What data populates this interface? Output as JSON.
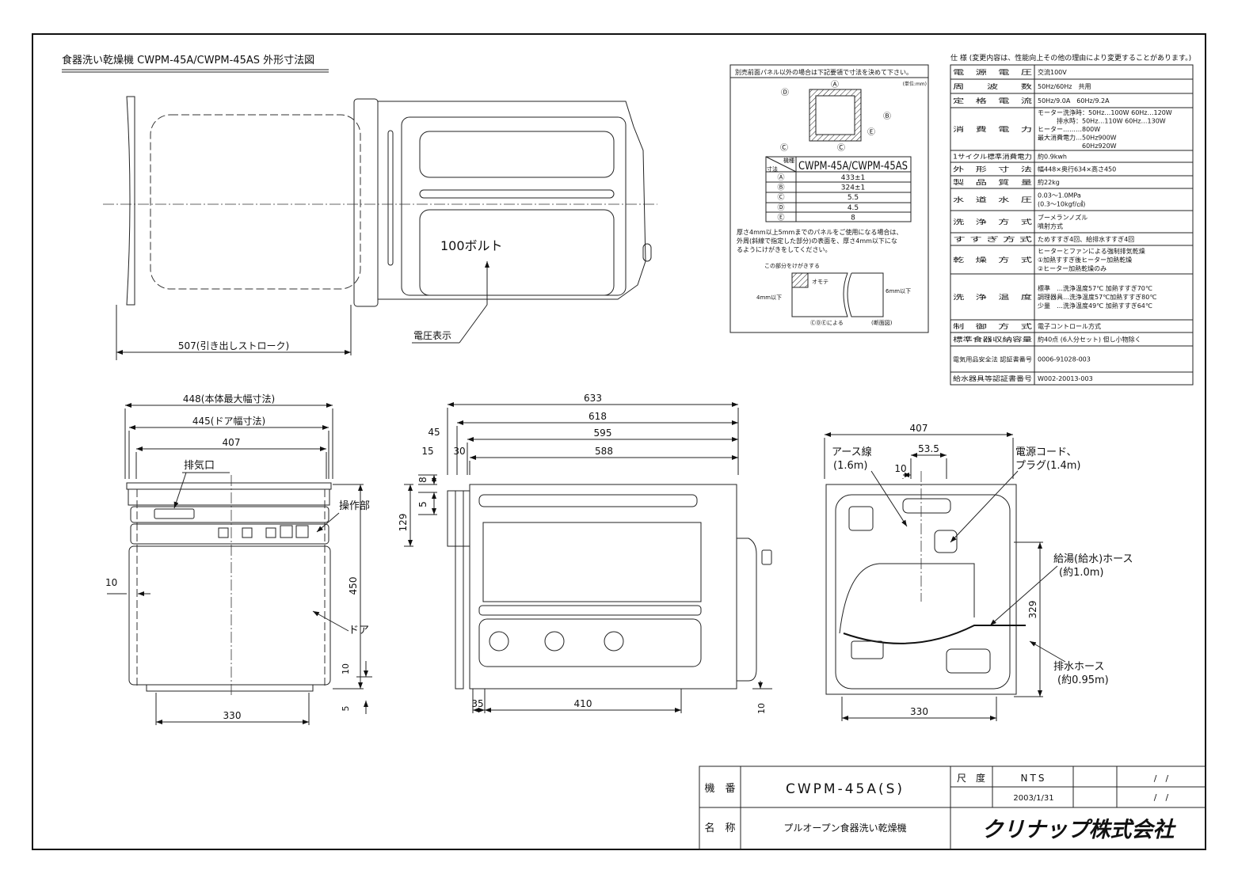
{
  "title": "食器洗い乾燥機 CWPM-45A/CWPM-45AS 外形寸法図",
  "top_view": {
    "stroke_dim": "507(引き出しストローク)",
    "voltage_label": "100ボルト",
    "voltage_display": "電圧表示"
  },
  "front_view": {
    "dim_max_width": "448(本体最大幅寸法)",
    "dim_door_width": "445(ドア幅寸法)",
    "dim_407": "407",
    "dim_height": "450",
    "dim_10_left": "10",
    "dim_10_bottom": "10",
    "dim_5": "5",
    "dim_330": "330",
    "exhaust": "排気口",
    "control": "操作部",
    "door": "ドア"
  },
  "side_view": {
    "d633": "633",
    "d618": "618",
    "d595": "595",
    "d588": "588",
    "d45": "45",
    "d15": "15",
    "d30": "30",
    "d8": "8",
    "d5": "5",
    "d129": "129",
    "d35": "35",
    "d410": "410",
    "d10": "10"
  },
  "back_view": {
    "d407": "407",
    "d53": "53.5",
    "d10": "10",
    "d329": "329",
    "d330": "330",
    "earth": "アース線",
    "earth_len": "(1.6m)",
    "power": "電源コード、",
    "plug": "プラグ(1.4m)",
    "supply_hose": "給湯(給水)ホース",
    "supply_len": "(約1.0m)",
    "drain_hose": "排水ホース",
    "drain_len": "(約0.95m)"
  },
  "panel_note": {
    "header": "別売前面パネル以外の場合は下記要領で寸法を決めて下さい。",
    "unit": "(単位:mm)",
    "marks": {
      "a": "Ⓐ",
      "b": "Ⓑ",
      "c": "Ⓒ",
      "d": "Ⓓ",
      "e": "Ⓔ"
    },
    "table_corner_top": "機種",
    "table_corner_bottom": "寸法",
    "table_model": "CWPM-45A/CWPM-45AS",
    "rows": [
      {
        "mark": "Ⓐ",
        "value": "433±1"
      },
      {
        "mark": "Ⓑ",
        "value": "324±1"
      },
      {
        "mark": "Ⓒ",
        "value": "5.5"
      },
      {
        "mark": "Ⓓ",
        "value": "4.5"
      },
      {
        "mark": "Ⓔ",
        "value": "8"
      }
    ],
    "note": [
      "厚さ4mm以上5mmまでのパネルをご使用になる場合は、",
      "外周(斜線で指定した部分)の表面を、厚さ4mm以下にな",
      "るようにけがきをしてください。"
    ],
    "scribe": "この部分をけがきする",
    "front": "オモテ",
    "d4": "4mm以下",
    "d6": "6mm以下",
    "per": "ⒸⒹⒺによる",
    "section": "(断面図)"
  },
  "spec": {
    "heading": "仕 様 (変更内容は、性能向上その他の理由により変更することがあります。)",
    "rows": [
      {
        "label": "電　源　電　圧",
        "value": [
          "交流100V"
        ]
      },
      {
        "label": "周　　波　　数",
        "value": [
          "50Hz/60Hz　共用"
        ]
      },
      {
        "label": "定　格　電　流",
        "value": [
          "50Hz/9.0A　60Hz/9.2A"
        ]
      },
      {
        "label": "消　費　電　力",
        "value": [
          "モーター洗浄時：50Hz…100W  60Hz…120W",
          "　　　排水時：50Hz…110W  60Hz…130W",
          "ヒーター………800W",
          "最大消費電力…50Hz900W",
          "　　　　　　　60Hz920W"
        ]
      },
      {
        "label": "1サイクル標準消費電力",
        "value": [
          "約0.9kwh"
        ]
      },
      {
        "label": "外　形　寸　法",
        "value": [
          "幅448×奥行634×高さ450"
        ]
      },
      {
        "label": "製　品　質　量",
        "value": [
          "約22kg"
        ]
      },
      {
        "label": "水　道　水　圧",
        "value": [
          "0.03〜1.0MPa",
          "(0.3〜10kgf/㎠)"
        ]
      },
      {
        "label": "洗　浄　方　式",
        "value": [
          "ブーメランノズル",
          "噴射方式"
        ]
      },
      {
        "label": "す す ぎ 方 式",
        "value": [
          "ためすすぎ4回、給排水すすぎ4回"
        ]
      },
      {
        "label": "乾　燥　方　式",
        "value": [
          "ヒーターとファンによる強制排気乾燥",
          "①加熱すすぎ後ヒーター加熱乾燥",
          "②ヒーター加熱乾燥のみ"
        ]
      },
      {
        "label": "洗　浄　温　度",
        "value": [
          "標準　…洗浄温度57℃ 加熱すすぎ70℃",
          "調理器具…洗浄温度57℃加熱すすぎ80℃",
          "少量　…洗浄温度49℃  加熱すすぎ64℃"
        ]
      },
      {
        "label": "制　御　方　式",
        "value": [
          "電子コントロール方式"
        ]
      },
      {
        "label": "標準食器収納容量",
        "value": [
          "約40点 (6人分セット) 但し小物除く"
        ]
      },
      {
        "label": "電気用品安全法 認証書番号",
        "value": [
          "0006-91028-003"
        ]
      },
      {
        "label": "給水器具等認証書番号",
        "value": [
          "W002-20013-003"
        ]
      }
    ]
  },
  "title_block": {
    "model_label": "機　番",
    "model": "CWPM-45A(S)",
    "scale_label": "尺　度",
    "scale": "NTS",
    "date": "2003/1/31",
    "rev1": "/　/",
    "rev2": "/　/",
    "name_label": "名　称",
    "name": "プルオープン食器洗い乾燥機",
    "company": "クリナップ株式会社"
  }
}
